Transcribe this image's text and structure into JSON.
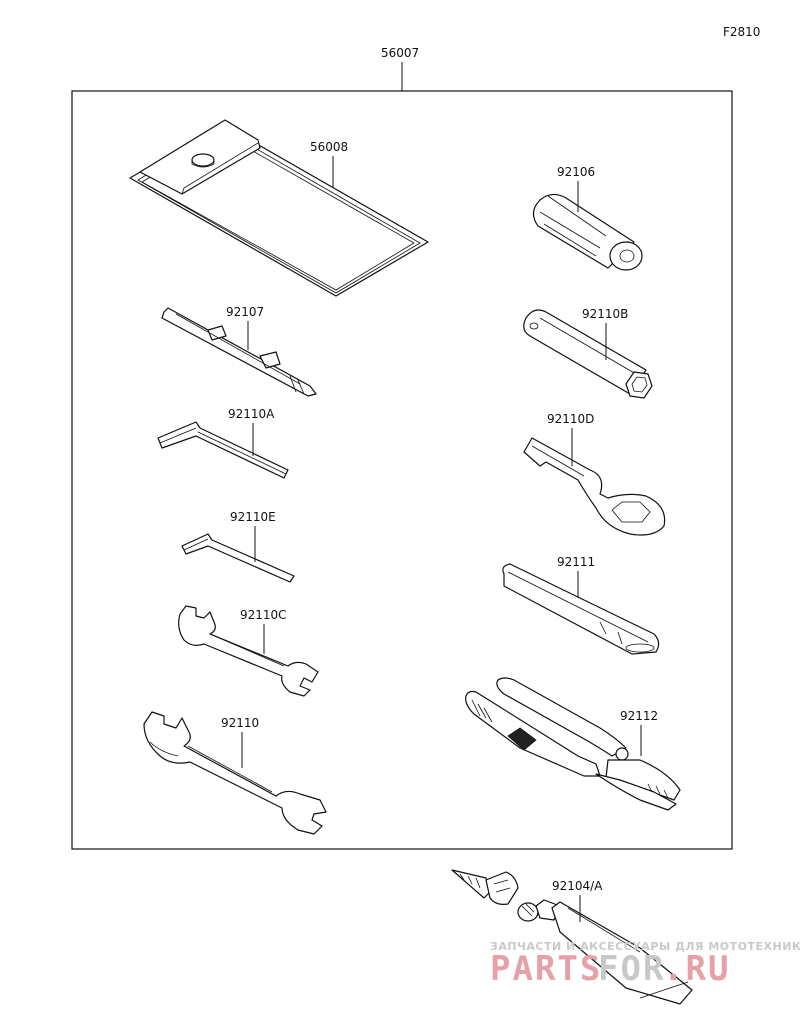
{
  "figure_code": "F2810",
  "kit_label": "56007",
  "parts": [
    {
      "id": "pouch",
      "label": "56008"
    },
    {
      "id": "socket-handle",
      "label": "92106"
    },
    {
      "id": "screwdriver",
      "label": "92107"
    },
    {
      "id": "box-spanner",
      "label": "92110B"
    },
    {
      "id": "hex-key-large",
      "label": "92110A"
    },
    {
      "id": "ring-wrench",
      "label": "92110D"
    },
    {
      "id": "hex-key-small",
      "label": "92110E"
    },
    {
      "id": "bar",
      "label": "92111"
    },
    {
      "id": "wrench-small",
      "label": "92110C"
    },
    {
      "id": "pliers",
      "label": "92112"
    },
    {
      "id": "wrench-large",
      "label": "92110"
    },
    {
      "id": "repair-tube",
      "label": "92104/A"
    }
  ],
  "watermark": {
    "tagline": "ЗАПЧАСТИ И АКСЕССУАРЫ ДЛЯ МОТОТЕХНИКИ",
    "brand_part1": "PARTS",
    "brand_part2": "FOR",
    "brand_part3": ".RU",
    "color_red": "#e8a0a8",
    "color_grey": "#c8c8c8"
  }
}
